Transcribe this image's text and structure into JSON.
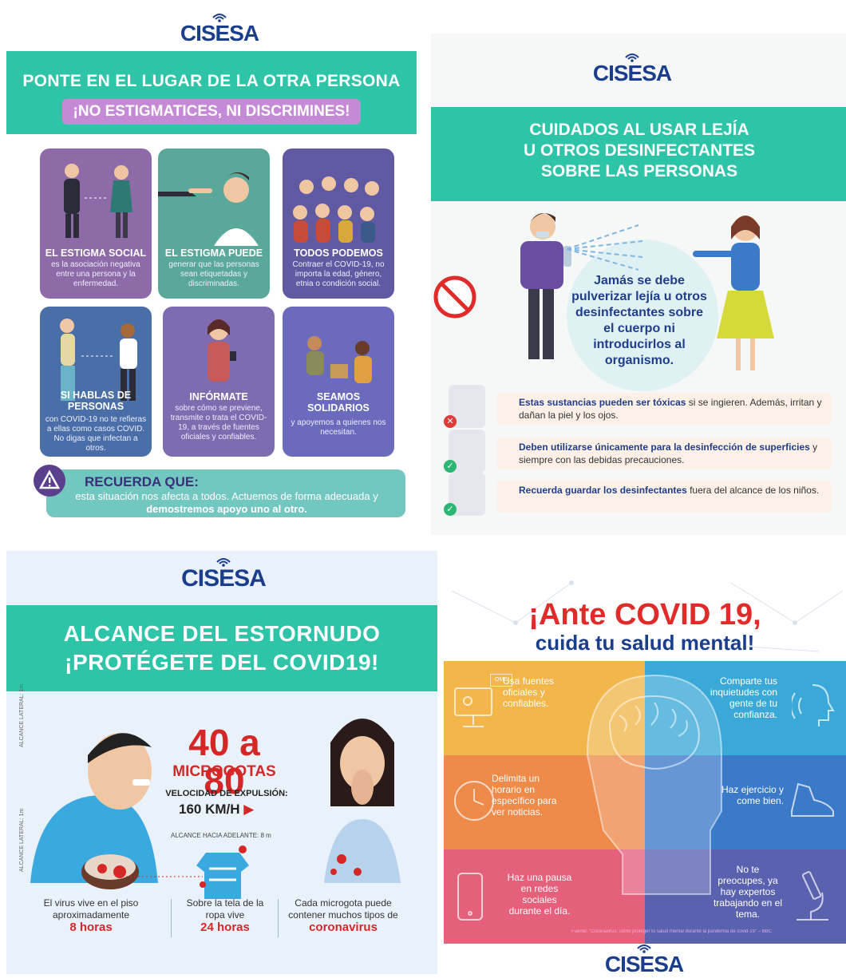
{
  "brand": {
    "logo_text": "CISESA",
    "logo_color": "#1b3e8c",
    "band_color": "#2ec4a7"
  },
  "panel1": {
    "title": "PONTE EN EL LUGAR DE LA OTRA PERSONA",
    "subtitle": "¡NO ESTIGMATICES, NI DISCRIMINES!",
    "cards": [
      {
        "title": "EL ESTIGMA SOCIAL",
        "body": "es la asociación negativa entre una persona y la enfermedad."
      },
      {
        "title": "EL ESTIGMA PUEDE",
        "body": "generar que las personas sean etiquetadas y discriminadas."
      },
      {
        "title": "TODOS PODEMOS",
        "body": "Contraer el COVID-19, no importa la edad, género, etnia o condición social."
      },
      {
        "title": "SI HABLAS DE PERSONAS",
        "body": "con COVID-19 no te refieras a ellas como casos COVID. No digas que infectan a otros."
      },
      {
        "title": "INFÓRMATE",
        "body": "sobre cómo se previene, transmite o trata el COVID-19, a través de fuentes oficiales y confiables."
      },
      {
        "title": "SEAMOS SOLIDARIOS",
        "body": "y apoyemos a quienes nos necesitan."
      }
    ],
    "reminder_title": "RECUERDA QUE:",
    "reminder_body": "esta situación nos afecta a todos. Actuemos de forma adecuada y",
    "reminder_bold": "demostremos apoyo uno al otro."
  },
  "panel2": {
    "title_lines": [
      "CUIDADOS AL USAR LEJÍA",
      "U OTROS DESINFECTANTES",
      "SOBRE LAS PERSONAS"
    ],
    "bubble_text": "Jamás se debe pulverizar lejía u otros desinfectantes sobre el cuerpo ni introducirlos al organismo.",
    "rows": [
      {
        "bold": "Estas sustancias pueden ser tóxicas",
        "text": " si se ingieren. Además, irritan y dañan la piel y los ojos.",
        "badge": "✕",
        "badge_color": "#e23a3a"
      },
      {
        "bold": "Deben utilizarse únicamente para la desinfección de superficies",
        "text": " y siempre con las debidas precauciones.",
        "badge": "✓",
        "badge_color": "#2bb673"
      },
      {
        "bold": "Recuerda guardar los desinfectantes",
        "text": " fuera del alcance de los niños.",
        "badge": "✓",
        "badge_color": "#2bb673"
      }
    ]
  },
  "panel3": {
    "title_lines": [
      "ALCANCE DEL ESTORNUDO",
      "¡PROTÉGETE DEL COVID19!"
    ],
    "lateral_label": "ALCANCE LATERAL: 1m",
    "drops_number": "40 a 80",
    "drops_label": "MICROGOTAS",
    "speed_label": "VELOCIDAD DE EXPULSIÓN:",
    "speed_value": "160 KM/H",
    "forward_label": "ALCANCE HACIA ADELANTE: 8 m",
    "captions": [
      {
        "text": "El virus vive en el piso aproximadamente",
        "red": "8 horas"
      },
      {
        "text": "Sobre la tela de la ropa vive",
        "red": "24 horas"
      },
      {
        "text": "Cada microgota puede contener muchos tipos de",
        "red": "coronavirus"
      }
    ]
  },
  "panel4": {
    "title_line1": "¡Ante COVID 19,",
    "title_line2": "cuida tu salud mental!",
    "oms_label": "OMS",
    "sections": [
      {
        "text": "Usa fuentes oficiales y confiables."
      },
      {
        "text": "Comparte tus inquietudes con gente de tu confianza."
      },
      {
        "text": "Delimita un horario en específico para ver noticias."
      },
      {
        "text": "Haz ejercicio y come bien."
      },
      {
        "text": "Haz una pausa en redes sociales durante el día."
      },
      {
        "text": "No te preocupes, ya hay expertos trabajando en el tema."
      }
    ],
    "source": "Fuente: \"Coronavirus: cómo proteger tu salud mental durante la pandemia de covid-19\" – BBC"
  }
}
